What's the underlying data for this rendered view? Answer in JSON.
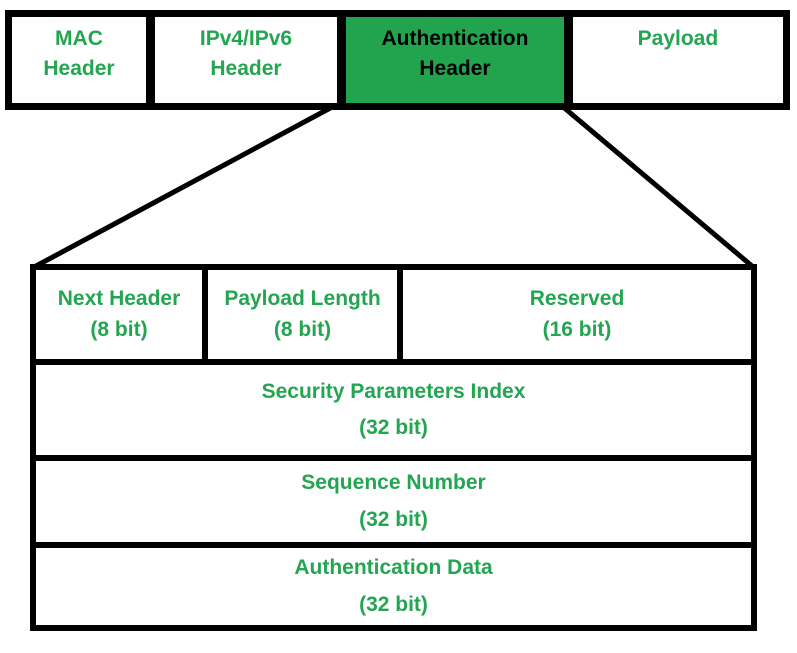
{
  "colors": {
    "highlight_green": "#22a34d",
    "text_green": "#23a551",
    "line_black": "#000000"
  },
  "packet_bar": {
    "segments": [
      {
        "label": "MAC Header",
        "highlighted": false
      },
      {
        "label": "IPv4/IPv6 Header",
        "highlighted": false
      },
      {
        "label": "Authentication Header",
        "highlighted": true
      },
      {
        "label": "Payload",
        "highlighted": false
      }
    ]
  },
  "ah_fields": {
    "row1": [
      {
        "name": "Next Header",
        "bits": "(8 bit)"
      },
      {
        "name": "Payload Length",
        "bits": "(8 bit)"
      },
      {
        "name": "Reserved",
        "bits": "(16 bit)"
      }
    ],
    "full_rows": [
      {
        "name": "Security Parameters Index",
        "bits": "(32 bit)"
      },
      {
        "name": "Sequence Number",
        "bits": "(32 bit)"
      },
      {
        "name": "Authentication Data",
        "bits": "(32 bit)"
      }
    ]
  }
}
